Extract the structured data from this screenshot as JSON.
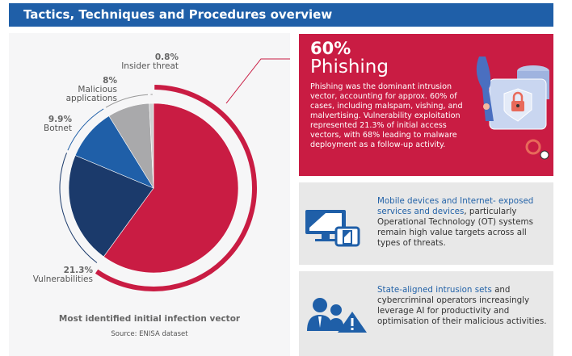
{
  "header": {
    "title": "Tactics, Techniques and Procedures overview"
  },
  "chart_data": {
    "type": "pie",
    "title": "Most identified initial infection vector",
    "source": "Source: ENISA dataset",
    "slices": [
      {
        "label": "Phishing",
        "value": 60,
        "display": "60%",
        "color": "#c91c43"
      },
      {
        "label": "Vulnerabilities",
        "value": 21.3,
        "display": "21.3%",
        "color": "#1b3a6b"
      },
      {
        "label": "Botnet",
        "value": 9.9,
        "display": "9.9%",
        "color": "#1f5fa8"
      },
      {
        "label": "Malicious applications",
        "value": 8,
        "display": "8%",
        "color": "#a9a9ab"
      },
      {
        "label": "Insider threat",
        "value": 0.8,
        "display": "0.8%",
        "color": "#cfcfd1"
      }
    ]
  },
  "highlight": {
    "percent": "60%",
    "title": "Phishing",
    "text": "Phishing was the dominant intrusion vector, accounting for approx. 60% of cases, including malspam, vishing, and malvertising. Vulnerability exploitation represented 21.3% of initial access vectors, with 68% leading to malware deployment as a follow-up activity."
  },
  "cards": [
    {
      "highlight": "Mobile devices and Internet- exposed services and devices",
      "text": ", particularly Operational Technology (OT) systems remain high value targets across all types of threats.",
      "icon": "devices-icon"
    },
    {
      "highlight": "State-aligned intrusion sets",
      "text": " and cybercriminal operators increasingly leverage AI for productivity and optimisation of their malicious activities.",
      "icon": "users-warning-icon"
    }
  ],
  "colors": {
    "blue": "#1f5fa8",
    "red": "#c91c43",
    "panel": "#f6f6f7",
    "card": "#e8e8e8"
  }
}
